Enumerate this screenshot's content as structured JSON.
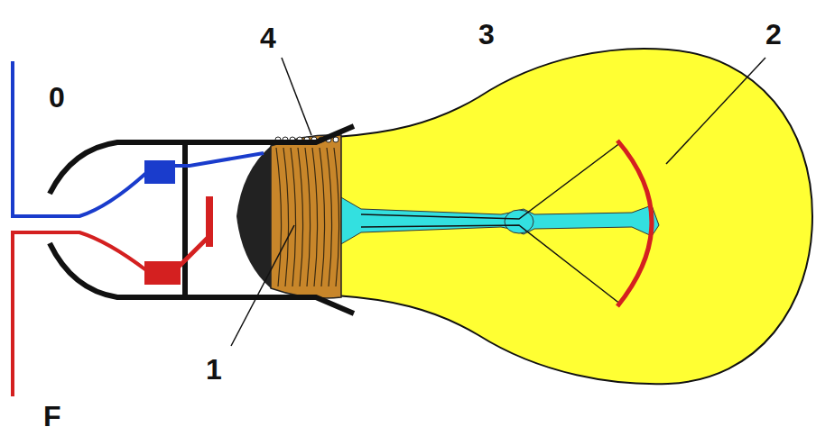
{
  "diagram": {
    "labels": [
      "0",
      "4",
      "3",
      "2",
      "1",
      "F"
    ]
  }
}
